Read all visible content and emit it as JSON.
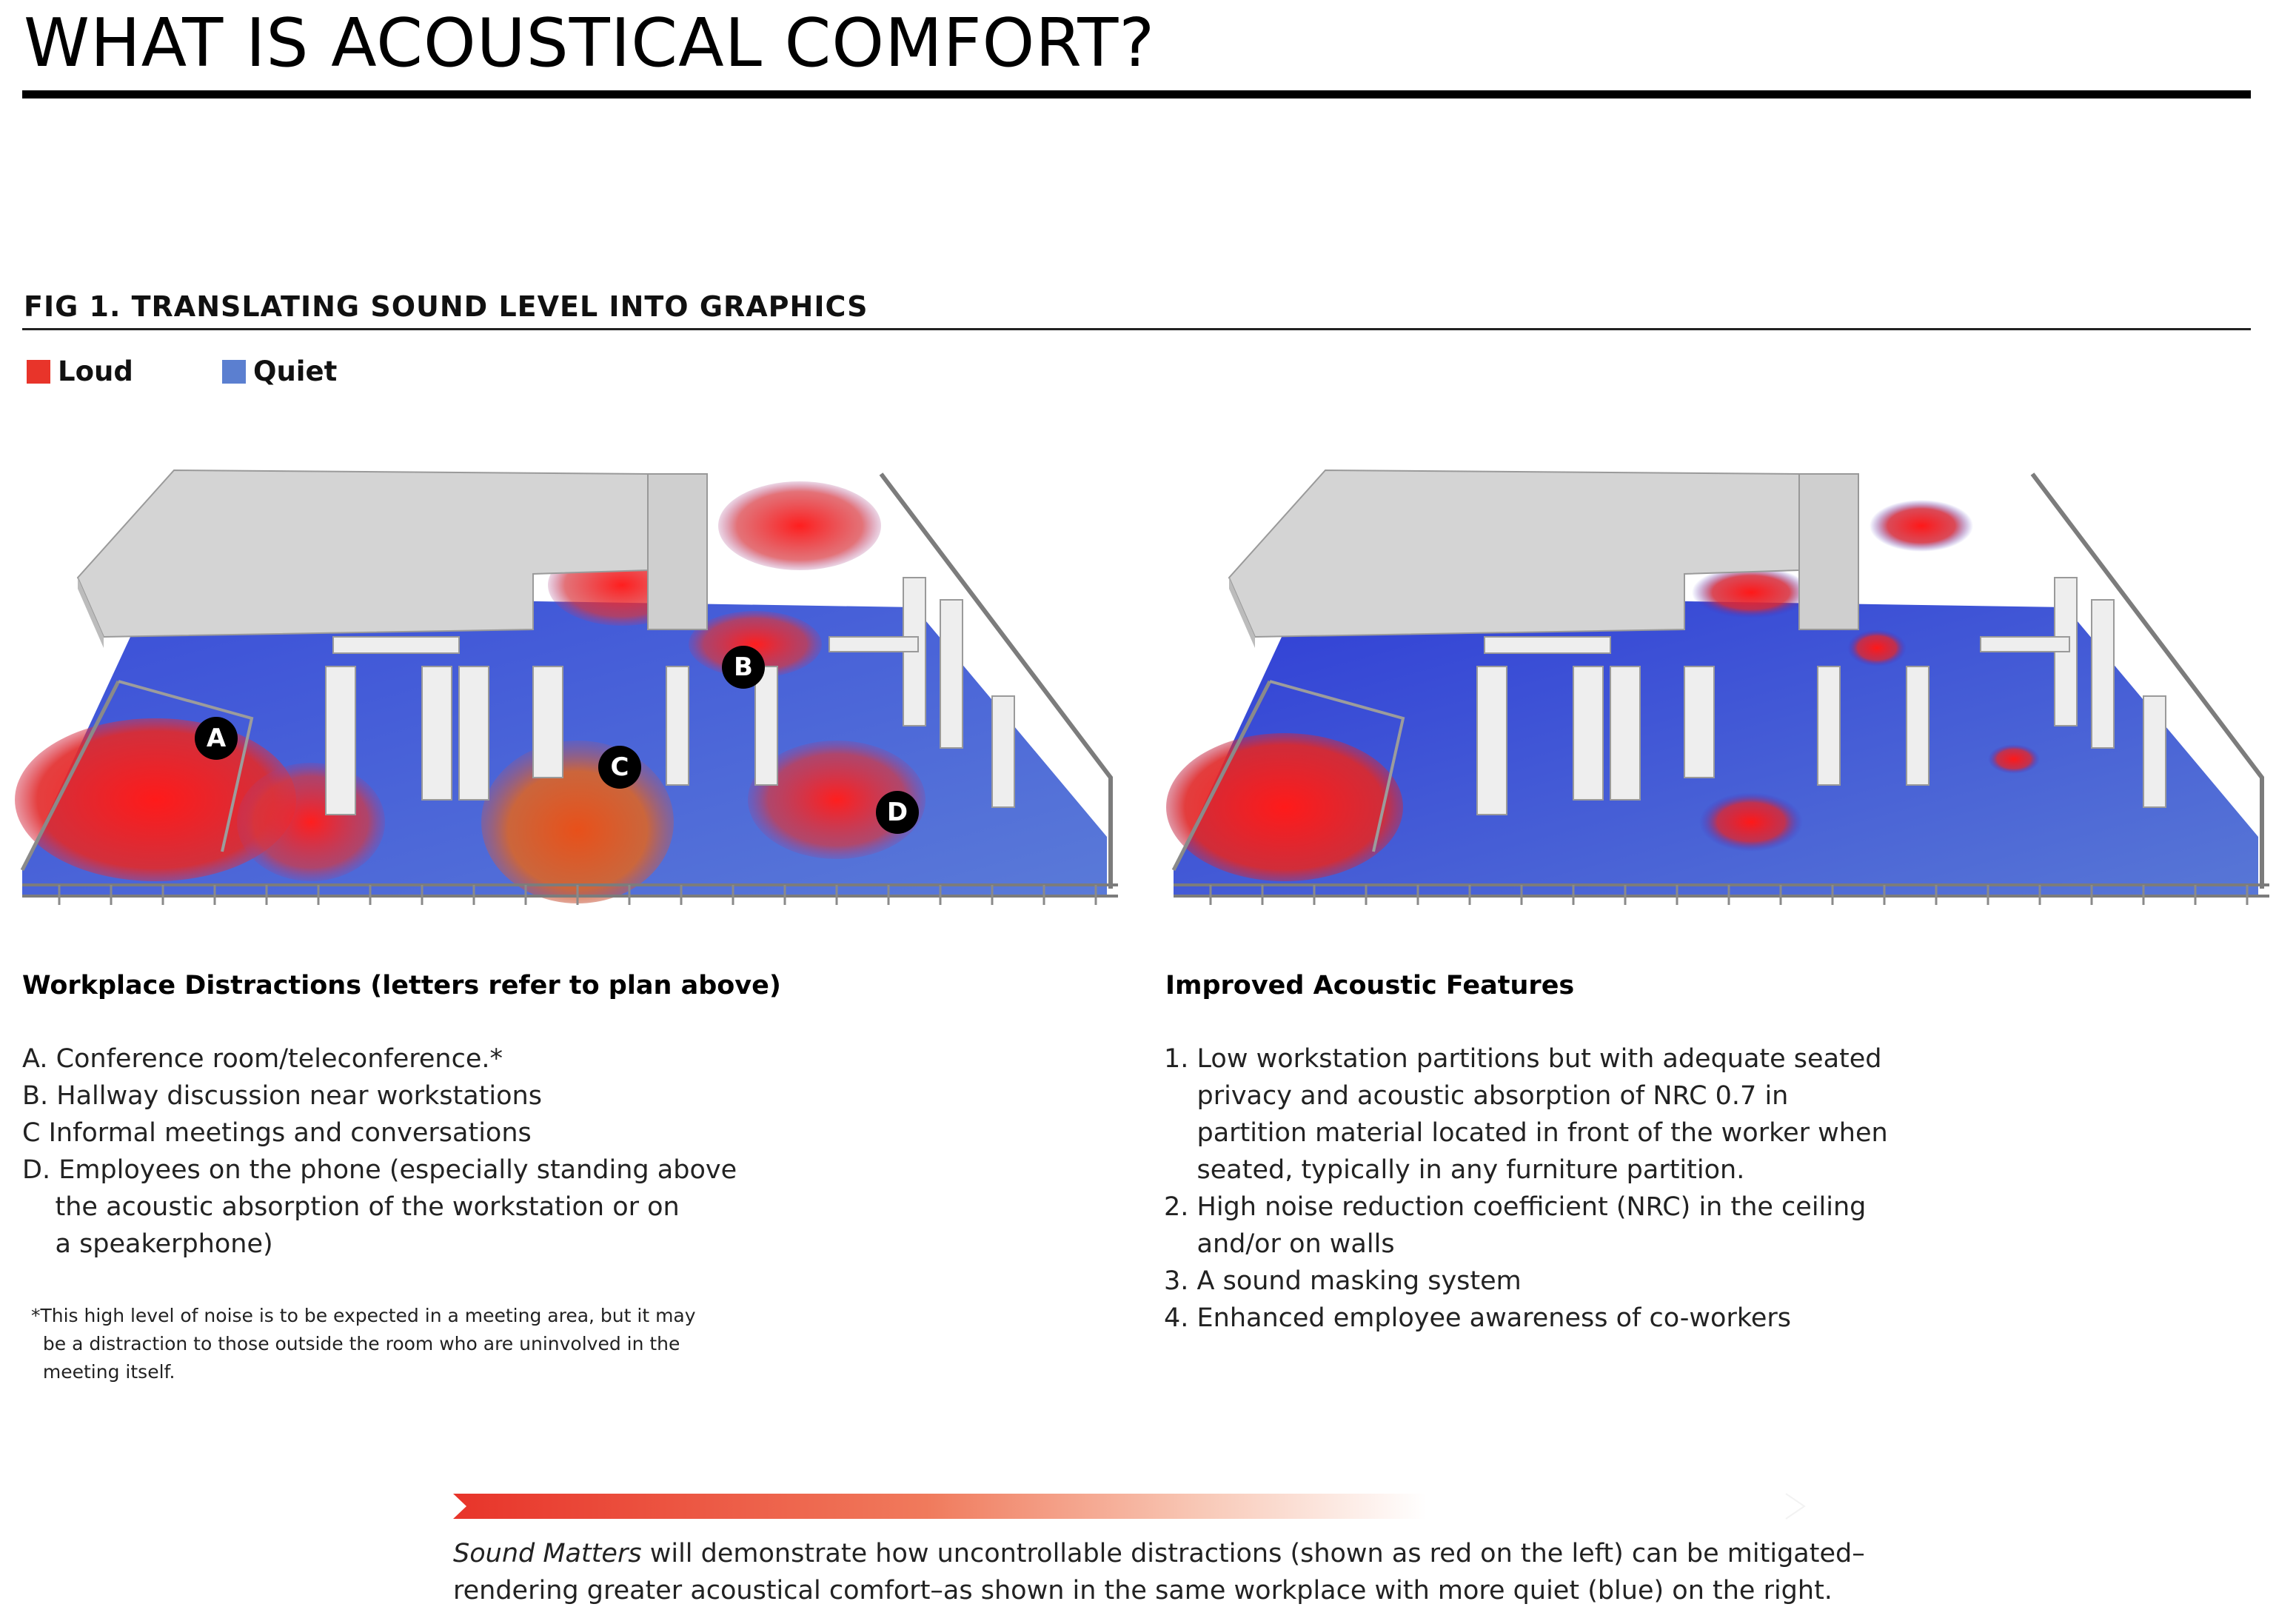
{
  "header": {
    "title": "WHAT IS ACOUSTICAL COMFORT?"
  },
  "figure": {
    "title": "FIG 1. TRANSLATING SOUND LEVEL INTO GRAPHICS",
    "legend": [
      {
        "label": "Loud",
        "color": "#e8342a"
      },
      {
        "label": "Quiet",
        "color": "#5b7fd0"
      }
    ],
    "markers": [
      "A",
      "B",
      "C",
      "D"
    ]
  },
  "left_section": {
    "heading": "Workplace Distractions (letters refer to plan above)",
    "items": [
      "A. Conference room/teleconference.*",
      "B. Hallway discussion near workstations",
      "C Informal meetings and conversations",
      "D. Employees on the phone (especially standing above",
      "    the acoustic absorption of the workstation or on",
      "    a speakerphone)"
    ],
    "footnote": "*This high level of noise is to be expected in a meeting area, but it may\n  be a distraction to those outside the room who are uninvolved in the\n  meeting itself."
  },
  "right_section": {
    "heading": "Improved Acoustic Features",
    "items": [
      "1. Low workstation partitions but with adequate seated",
      "    privacy and acoustic absorption of NRC 0.7 in",
      "    partition material located in front of the worker when",
      "    seated, typically in any furniture partition.",
      "2. High noise reduction coefficient (NRC) in the ceiling",
      "    and/or on walls",
      "3. A sound masking system",
      "4. Enhanced employee awareness of co-workers"
    ]
  },
  "bottom": {
    "italic": "Sound Matters",
    "line1": " will demonstrate how uncontrollable distractions (shown as red on the left) can be mitigated–",
    "line2": "rendering greater acoustical comfort–as shown in the same workplace with more quiet (blue) on the right."
  }
}
